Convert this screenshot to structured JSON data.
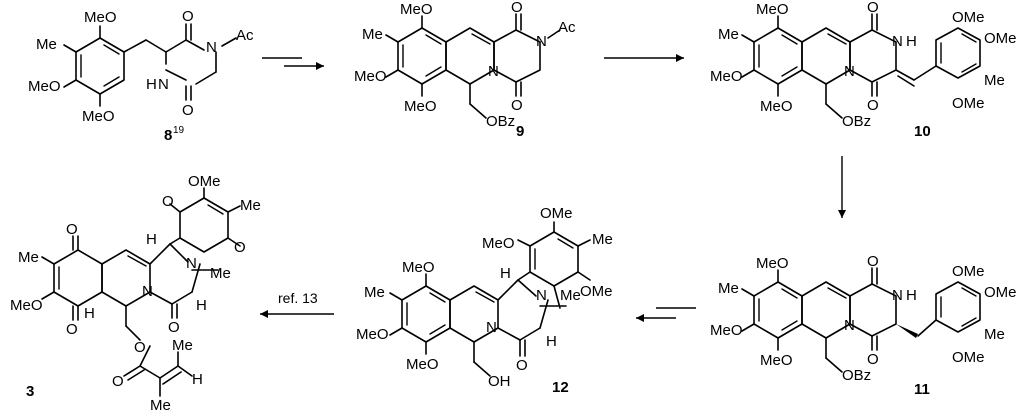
{
  "compounds": [
    {
      "id": "8",
      "label": "8",
      "superscript": "19"
    },
    {
      "id": "9",
      "label": "9"
    },
    {
      "id": "10",
      "label": "10"
    },
    {
      "id": "11",
      "label": "11"
    },
    {
      "id": "12",
      "label": "12"
    },
    {
      "id": "3",
      "label": "3"
    }
  ],
  "reagents": {
    "step_12_to_3": "ref. 13"
  },
  "atoms": {
    "OMe": "OMe",
    "MeO": "MeO",
    "Me": "Me",
    "O": "O",
    "N": "N",
    "H": "H",
    "Ac": "Ac",
    "OBz": "OBz",
    "OH": "OH"
  }
}
